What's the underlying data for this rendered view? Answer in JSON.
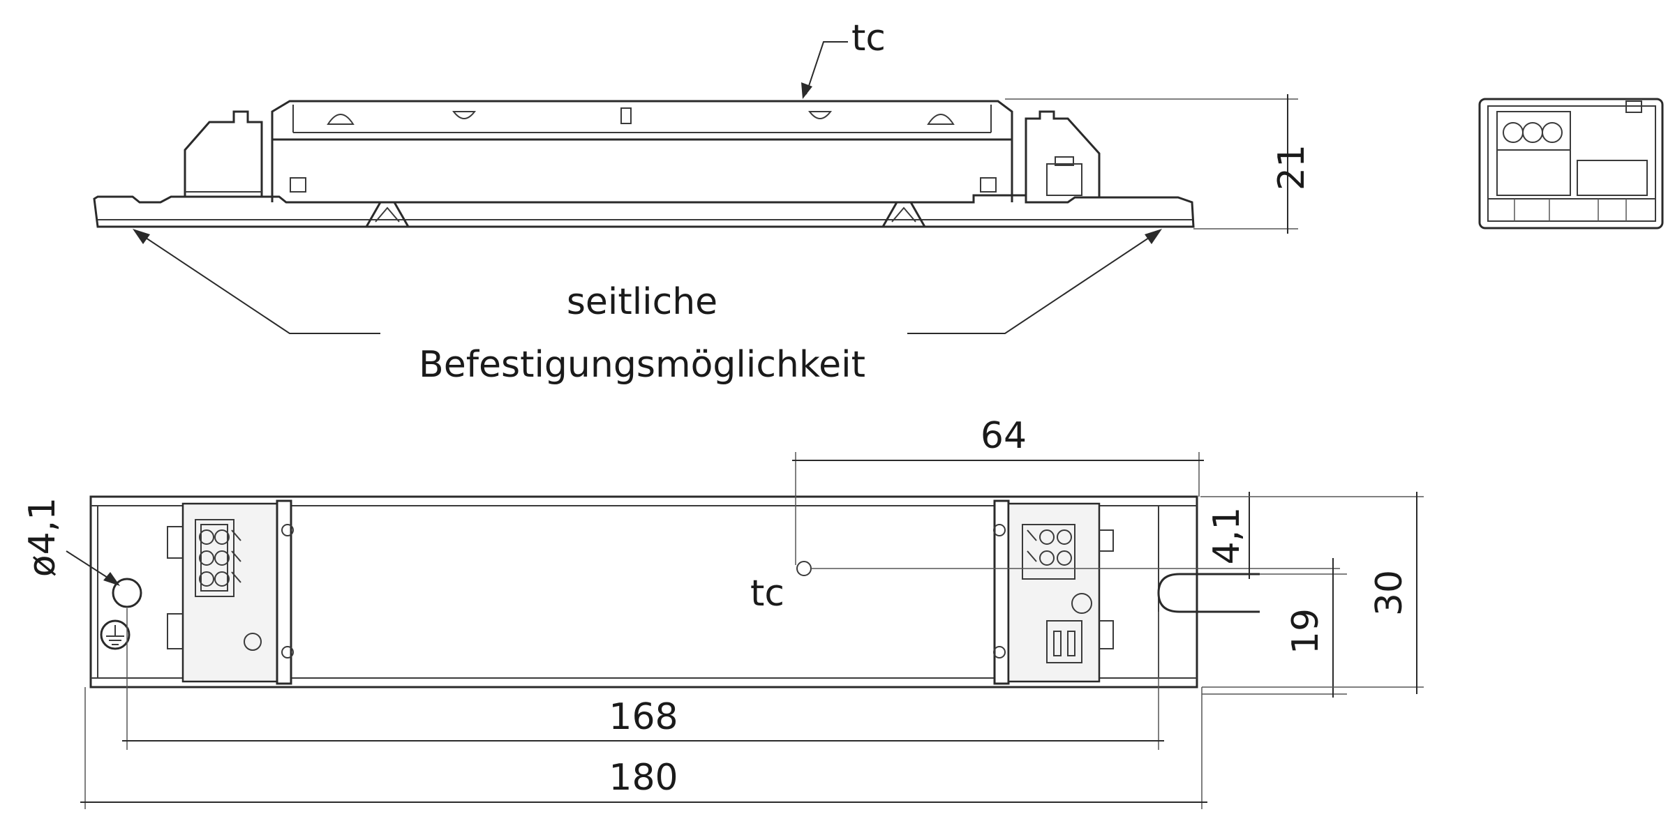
{
  "labels": {
    "tc_top": "tc",
    "tc_plan": "tc",
    "fixing_line1": "seitliche",
    "fixing_line2": "Befestigungsmöglichkeit"
  },
  "dimensions": {
    "height_side": "21",
    "tc_offset": "64",
    "hole_diameter": "ø4,1",
    "tc_y": "4,1",
    "slot_y": "19",
    "width": "30",
    "hole_spacing": "168",
    "length": "180"
  }
}
